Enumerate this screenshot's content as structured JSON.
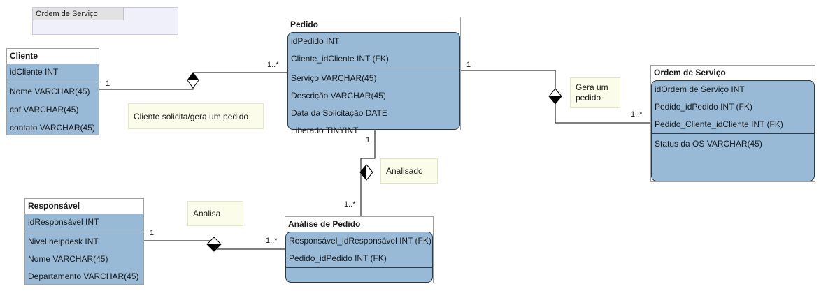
{
  "diagram": {
    "title": "Ordem de Serviço"
  },
  "entities": {
    "cliente": {
      "name": "Cliente",
      "pk": [
        "idCliente INT"
      ],
      "attrs": [
        "Nome VARCHAR(45)",
        "cpf VARCHAR(45)",
        "contato VARCHAR(45)"
      ]
    },
    "pedido": {
      "name": "Pedido",
      "pk": [
        "idPedido INT",
        "Cliente_idCliente INT (FK)"
      ],
      "attrs": [
        "Serviço VARCHAR(45)",
        "Descrição VARCHAR(45)",
        "Data da Solicitação DATE",
        "Liberado TINYINT"
      ]
    },
    "ordem": {
      "name": "Ordem de Serviço",
      "pk": [
        "idOrdem de Serviço INT",
        "Pedido_idPedido INT (FK)",
        "Pedido_Cliente_idCliente INT (FK)"
      ],
      "attrs": [
        "Status da OS VARCHAR(45)"
      ]
    },
    "responsavel": {
      "name": "Responsável",
      "pk": [
        "idResponsável INT"
      ],
      "attrs": [
        "Nivel helpdesk INT",
        "Nome VARCHAR(45)",
        "Departamento VARCHAR(45)"
      ]
    },
    "analise": {
      "name": "Análise de Pedido",
      "pk": [
        "Responsável_idResponsável INT (FK)",
        "Pedido_idPedido INT (FK)"
      ],
      "attrs": []
    }
  },
  "notes": {
    "cliente_pedido": "Cliente solicita/gera um pedido",
    "pedido_ordem": "Gera um pedido",
    "pedido_analise": "Analisado",
    "responsavel_analise": "Analisa"
  },
  "multiplicities": {
    "cliente_side": "1",
    "pedido_from_cliente": "1..*",
    "pedido_to_ordem": "1",
    "ordem_side": "1..*",
    "pedido_to_analise": "1",
    "analise_from_pedido": "1..*",
    "responsavel_side": "1",
    "analise_from_responsavel": "1..*"
  },
  "colors": {
    "entity_fill": "#98bad6",
    "entity_border": "#2a3a48",
    "note_fill": "#fcfcea",
    "title_fill": "#f0f0fb"
  }
}
